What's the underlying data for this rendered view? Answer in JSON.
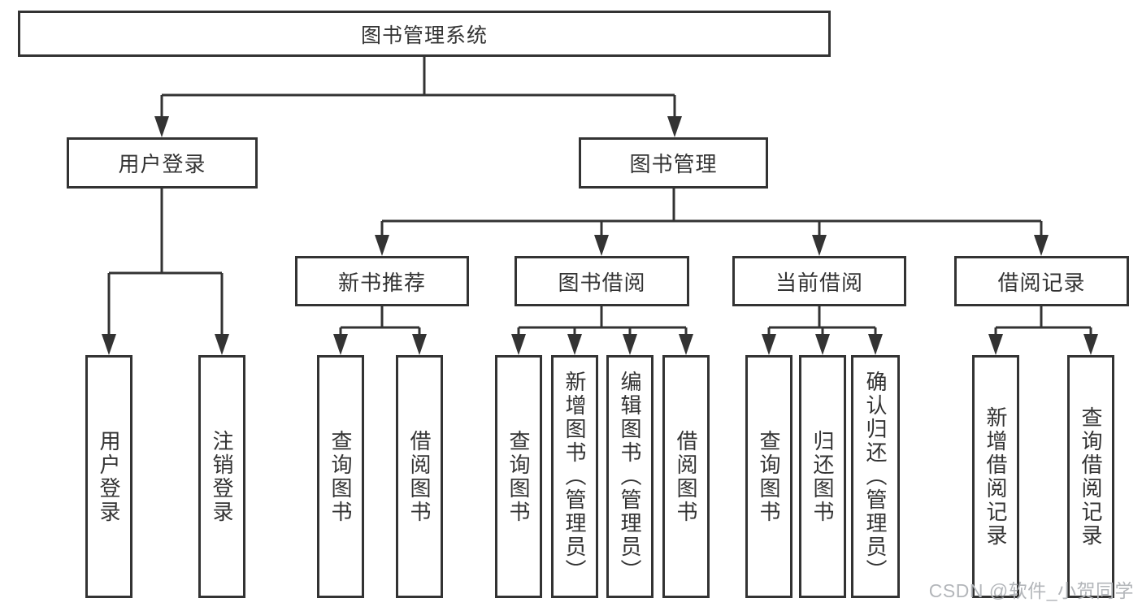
{
  "nodes": {
    "root": "图书管理系统",
    "level2": [
      "用户登录",
      "图书管理"
    ],
    "level3": [
      "新书推荐",
      "图书借阅",
      "当前借阅",
      "借阅记录"
    ],
    "leaves_login": [
      "用户登录",
      "注销登录"
    ],
    "leaves_recommend": [
      "查询图书",
      "借阅图书"
    ],
    "leaves_borrow": [
      "查询图书",
      "新增图书（管理员）",
      "编辑图书（管理员）",
      "借阅图书"
    ],
    "leaves_current": [
      "查询图书",
      "归还图书",
      "确认归还（管理员）"
    ],
    "leaves_records": [
      "新增借阅记录",
      "查询借阅记录"
    ]
  },
  "watermark": "CSDN @软件_小贺同学",
  "colors": {
    "line": "#333333",
    "text": "#333333",
    "background": "#ffffff",
    "watermark": "#b3b6ba"
  }
}
